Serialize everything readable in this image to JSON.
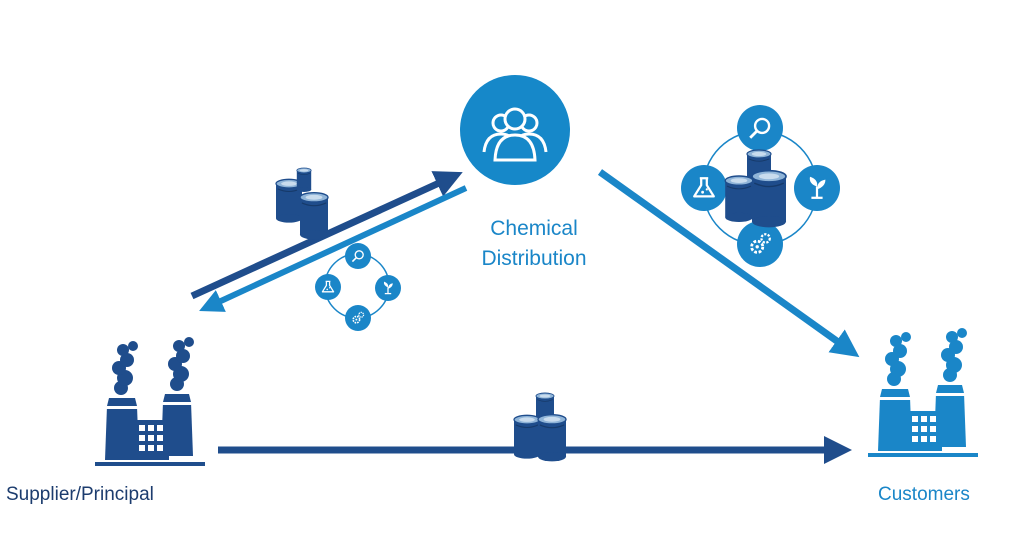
{
  "nodes": {
    "hub": {
      "label_line1": "Chemical",
      "label_line2": "Distribution"
    },
    "supplier": {
      "label": "Supplier/Principal"
    },
    "customers": {
      "label": "Customers"
    }
  },
  "colors": {
    "dark_blue": "#1f4d8c",
    "light_blue": "#1a86c8",
    "hub_blue": "#1688c9",
    "supplier_label": "#1c3c6e"
  },
  "icons": [
    "people-icon",
    "barrel-icon",
    "flask-icon",
    "magnifier-icon",
    "plant-icon",
    "gears-icon",
    "factory-icon"
  ]
}
